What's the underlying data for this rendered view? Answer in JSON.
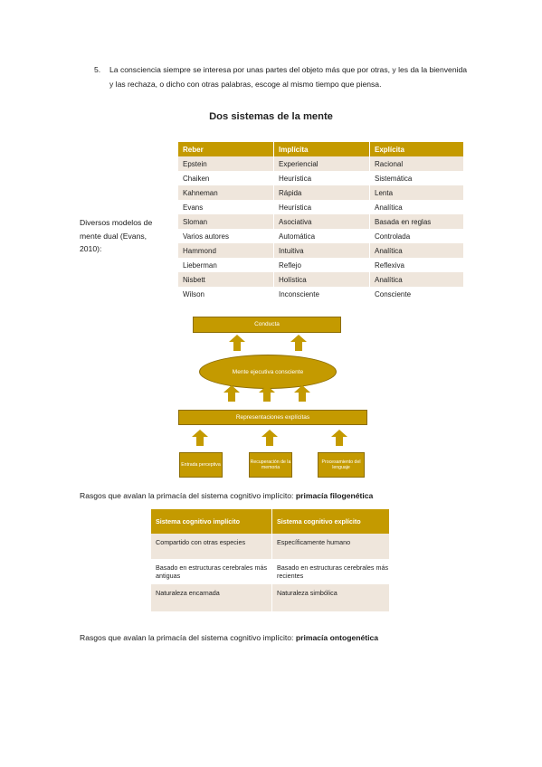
{
  "item": {
    "number": "5.",
    "text": "La consciencia siempre se interesa por unas partes del objeto más que por otras, y les da la bienvenida y las rechaza, o dicho con otras palabras, escoge al mismo tiempo que piensa."
  },
  "title": "Dos sistemas de la mente",
  "side_label": "Diversos modelos de mente dual (Evans, 2010):",
  "table1": {
    "headers": [
      "Reber",
      "Implícita",
      "Explícita"
    ],
    "rows": [
      [
        "Epstein",
        "Experiencial",
        "Racional"
      ],
      [
        "Chaiken",
        "Heurística",
        "Sistemática"
      ],
      [
        "Kahneman",
        "Rápida",
        "Lenta"
      ],
      [
        "Evans",
        "Heurística",
        "Analítica"
      ],
      [
        "Sloman",
        "Asociativa",
        "Basada en reglas"
      ],
      [
        "Varios autores",
        "Automática",
        "Controlada"
      ],
      [
        "Hammond",
        "Intuitiva",
        "Analítica"
      ],
      [
        "Lieberman",
        "Reflejo",
        "Reflexiva"
      ],
      [
        "Nisbett",
        "Holística",
        "Analítica"
      ],
      [
        "Wilson",
        "Inconsciente",
        "Consciente"
      ]
    ]
  },
  "diagram": {
    "top": "Conducta",
    "ellipse": "Mente ejecutiva consciente",
    "bar": "Representaciones explícitas",
    "bottom": [
      "Entrada perceptiva",
      "Recuperación de la memoria",
      "Procesamiento del lenguaje"
    ]
  },
  "caption1": {
    "prefix": "Rasgos que avalan la primacía del sistema cognitivo implícito: ",
    "emphasis": "primacía filogenética"
  },
  "table2": {
    "headers": [
      "Sistema cognitivo implícito",
      "Sistema cognitivo explícito"
    ],
    "rows": [
      [
        "Compartido con otras especies",
        "Específicamente humano"
      ],
      [
        "Basado en estructuras cerebrales más antiguas",
        "Basado en estructuras cerebrales más recientes"
      ],
      [
        "Naturaleza encarnada",
        "Naturaleza simbólica"
      ]
    ]
  },
  "caption2": {
    "prefix": "Rasgos que avalan la primacía del sistema cognitivo implícito: ",
    "emphasis": "primacía ontogenética"
  },
  "colors": {
    "accent": "#c49a00",
    "row_alt": "#efe6dc"
  }
}
